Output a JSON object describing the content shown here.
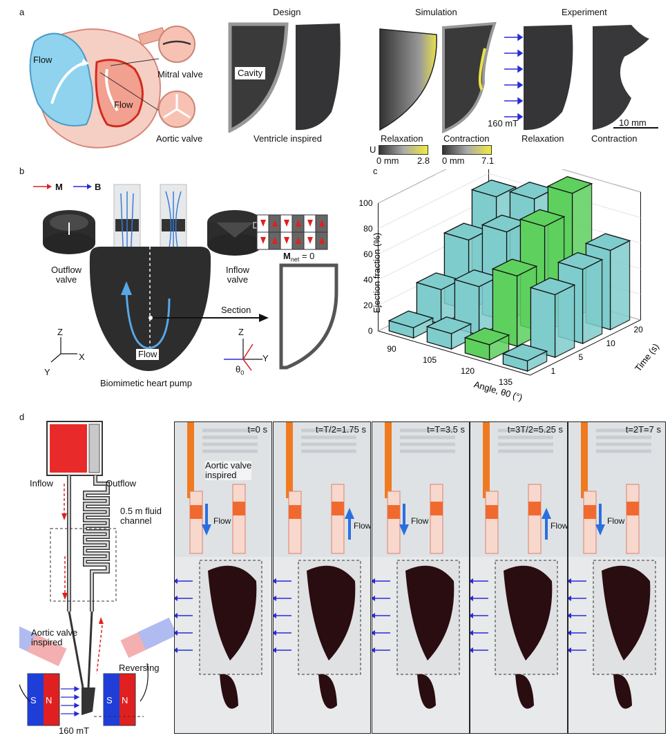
{
  "panel_a": {
    "label": "a",
    "headers": {
      "design": "Design",
      "simulation": "Simulation",
      "experiment": "Experiment"
    },
    "heart": {
      "flow_left": "Flow",
      "flow_right": "Flow",
      "mitral": "Mitral valve",
      "aortic": "Aortic valve"
    },
    "design": {
      "cavity": "Cavity",
      "caption": "Ventricle inspired"
    },
    "simulation": {
      "relaxation": "Relaxation",
      "contraction": "Contraction",
      "scale_u": "U",
      "scale1_min": "0 mm",
      "scale1_max": "2.8",
      "scale2_min": "0 mm",
      "scale2_max": "7.1",
      "field": "160 mT"
    },
    "experiment": {
      "relaxation": "Relaxation",
      "contraction": "Contraction",
      "scalebar": "10 mm"
    }
  },
  "panel_b": {
    "label": "b",
    "legend_m": "M",
    "legend_b": "B",
    "outflow": "Outflow\nvalve",
    "inflow": "Inflow\nvalve",
    "m_net": "M",
    "m_net_sub": "net",
    "m_net_eq": " = 0",
    "section": "Section",
    "flow": "Flow",
    "axes": {
      "z": "Z",
      "x": "X",
      "y": "Y"
    },
    "axes2": {
      "z": "Z",
      "y": "Y",
      "theta": "θ",
      "theta_sub": "0"
    },
    "caption": "Biomimetic heart pump"
  },
  "panel_c": {
    "label": "c"
  },
  "chart_data": {
    "type": "bar3d",
    "ylabel": "Ejection fraction (%)",
    "xlabel": "Angle, θ0 (°)",
    "zlabel": "Time (s)",
    "angles": [
      "90",
      "105",
      "120",
      "135"
    ],
    "times": [
      "1",
      "5",
      "10",
      "20"
    ],
    "yticks": [
      "0",
      "20",
      "40",
      "60",
      "80",
      "100"
    ],
    "ylim": [
      0,
      100
    ],
    "values": [
      [
        8,
        27,
        55,
        78
      ],
      [
        12,
        38,
        70,
        85
      ],
      [
        12,
        55,
        83,
        98
      ],
      [
        8,
        49,
        58,
        62
      ]
    ],
    "highlight": [
      false,
      false,
      true,
      false
    ],
    "colors": {
      "normal": "#7fcccc",
      "highlight": "#5ed05e"
    }
  },
  "panel_d": {
    "label": "d",
    "inflow": "Inflow",
    "outflow": "Outflow",
    "channel": "0.5 m fluid\nchannel",
    "aortic": "Aortic valve\ninspired",
    "reversing": "Reversing",
    "field": "160 mT",
    "s": "S",
    "n": "N",
    "frames": [
      {
        "time": "t=0 s",
        "flow": "Flow",
        "dir": "down",
        "aortic": "Aortic valve\ninspired"
      },
      {
        "time": "t=T/2=1.75 s",
        "flow": "Flow",
        "dir": "up"
      },
      {
        "time": "t=T=3.5 s",
        "flow": "Flow",
        "dir": "down"
      },
      {
        "time": "t=3T/2=5.25 s",
        "flow": "Flow",
        "dir": "up"
      },
      {
        "time": "t=2T=7 s",
        "flow": "Flow",
        "dir": "down"
      }
    ]
  }
}
